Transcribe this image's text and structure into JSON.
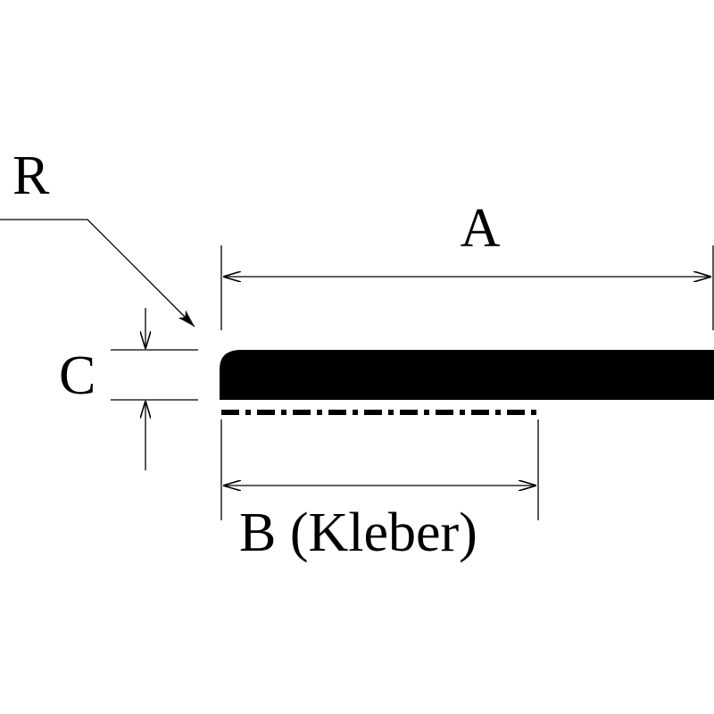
{
  "labels": {
    "r": "R",
    "a": "A",
    "b": "B (Kleber)",
    "c": "C"
  },
  "colors": {
    "ink": "#000000",
    "background": "#ffffff"
  }
}
